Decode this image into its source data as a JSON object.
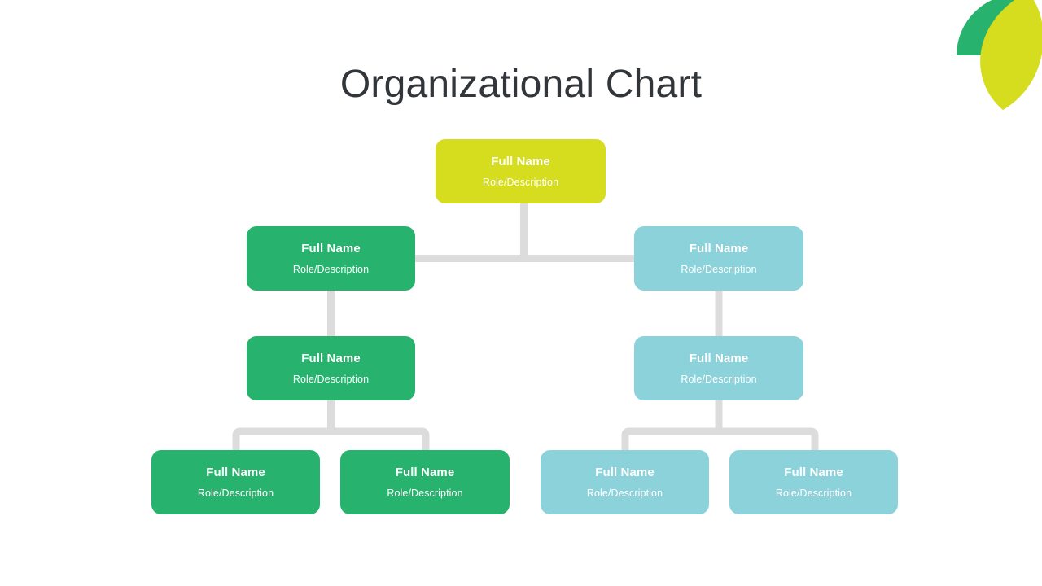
{
  "slide": {
    "title": "Organizational Chart",
    "title_color": "#32363B",
    "background": "#FFFFFF"
  },
  "palette": {
    "yellow": "#D6DC1E",
    "green": "#27B26D",
    "light_blue": "#8CD2DB",
    "connector_gray": "#DCDCDC",
    "node_text": "#FFFFFF"
  },
  "decoration": {
    "name": "corner-leaf-decoration",
    "arc_color": "#27B26D",
    "leaf_color": "#D6DC1E"
  },
  "chart_data": {
    "type": "diagram",
    "diagram_type": "organizational-chart",
    "title": "Organizational Chart",
    "orientation": "top-down",
    "levels": 4,
    "nodes": [
      {
        "id": "root",
        "name": "Full Name",
        "role": "Role/Description",
        "color": "#D6DC1E",
        "level": 1,
        "parent": null,
        "branch": "root"
      },
      {
        "id": "l2a",
        "name": "Full Name",
        "role": "Role/Description",
        "color": "#27B26D",
        "level": 2,
        "parent": "root",
        "branch": "left"
      },
      {
        "id": "l2b",
        "name": "Full Name",
        "role": "Role/Description",
        "color": "#8CD2DB",
        "level": 2,
        "parent": "root",
        "branch": "right"
      },
      {
        "id": "l3a",
        "name": "Full Name",
        "role": "Role/Description",
        "color": "#27B26D",
        "level": 3,
        "parent": "l2a",
        "branch": "left"
      },
      {
        "id": "l3b",
        "name": "Full Name",
        "role": "Role/Description",
        "color": "#8CD2DB",
        "level": 3,
        "parent": "l2b",
        "branch": "right"
      },
      {
        "id": "l4a",
        "name": "Full Name",
        "role": "Role/Description",
        "color": "#27B26D",
        "level": 4,
        "parent": "l3a",
        "branch": "left"
      },
      {
        "id": "l4b",
        "name": "Full Name",
        "role": "Role/Description",
        "color": "#27B26D",
        "level": 4,
        "parent": "l3a",
        "branch": "left"
      },
      {
        "id": "l4c",
        "name": "Full Name",
        "role": "Role/Description",
        "color": "#8CD2DB",
        "level": 4,
        "parent": "l3b",
        "branch": "right"
      },
      {
        "id": "l4d",
        "name": "Full Name",
        "role": "Role/Description",
        "color": "#8CD2DB",
        "level": 4,
        "parent": "l3b",
        "branch": "right"
      }
    ],
    "edges": [
      {
        "from": "root",
        "to": "l2a"
      },
      {
        "from": "root",
        "to": "l2b"
      },
      {
        "from": "l2a",
        "to": "l3a"
      },
      {
        "from": "l2b",
        "to": "l3b"
      },
      {
        "from": "l3a",
        "to": "l4a"
      },
      {
        "from": "l3a",
        "to": "l4b"
      },
      {
        "from": "l3b",
        "to": "l4c"
      },
      {
        "from": "l3b",
        "to": "l4d"
      }
    ]
  }
}
